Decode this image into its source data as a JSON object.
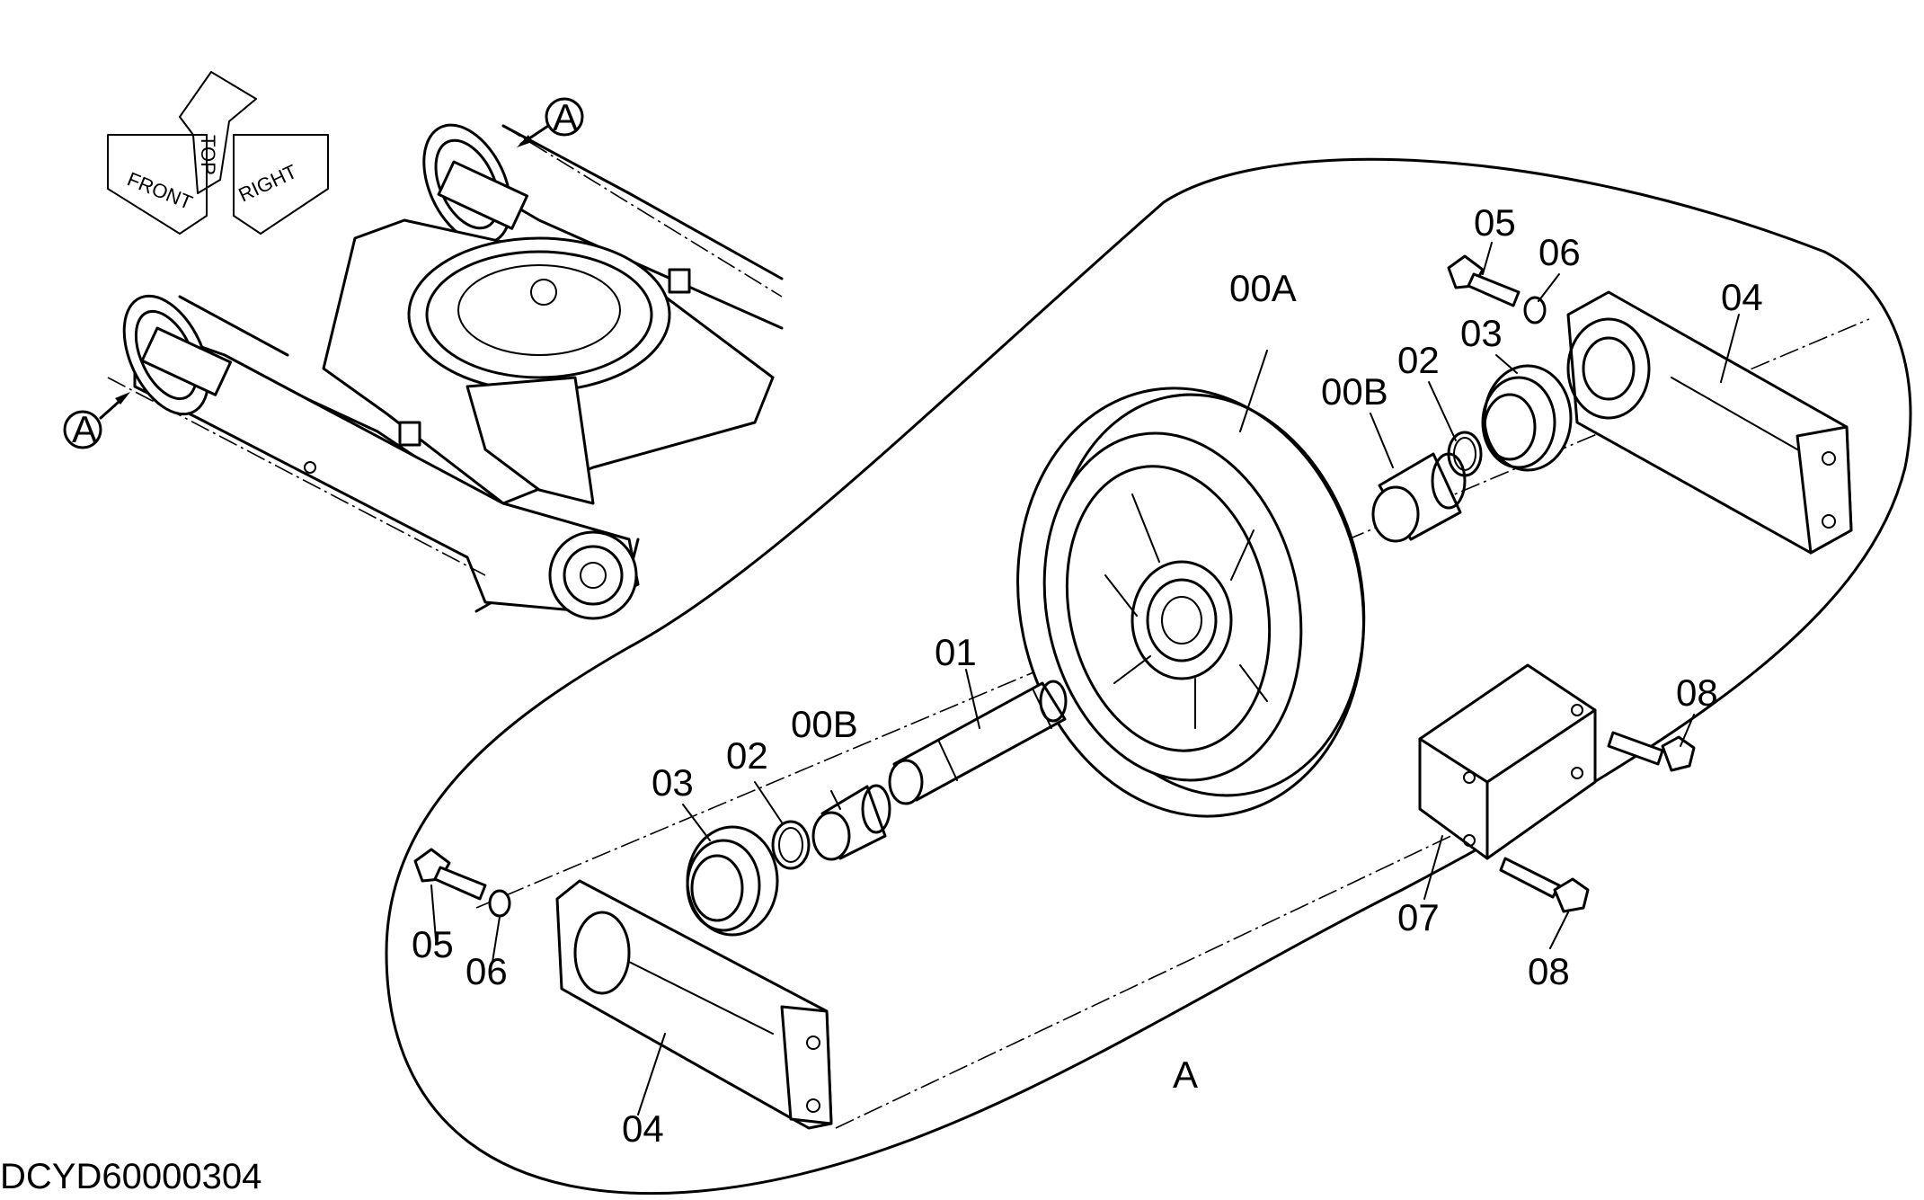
{
  "orientation": {
    "front": "FRONT",
    "top": "TOP",
    "right": "RIGHT"
  },
  "callouts": {
    "view_a_upper": "A",
    "view_a_lower": "A",
    "view_a_detail": "A"
  },
  "parts": {
    "p00a": "00A",
    "p00b_right": "00B",
    "p00b_left": "00B",
    "p01": "01",
    "p02_right": "02",
    "p02_left": "02",
    "p03_right": "03",
    "p03_left": "03",
    "p04_right": "04",
    "p04_left": "04",
    "p05_right": "05",
    "p05_left": "05",
    "p06_right": "06",
    "p06_left": "06",
    "p07": "07",
    "p08_upper": "08",
    "p08_lower": "08"
  },
  "drawing_number": "DCYD60000304"
}
